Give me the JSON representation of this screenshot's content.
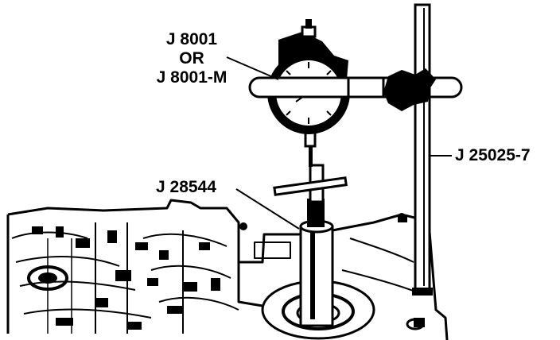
{
  "labels": {
    "dial_indicator": {
      "line1": "J 8001",
      "line2": "OR",
      "line3": "J 8001-M"
    },
    "post": "J 25025-7",
    "adapter": "J 28544"
  },
  "colors": {
    "ink": "#000000",
    "paper": "#ffffff"
  }
}
